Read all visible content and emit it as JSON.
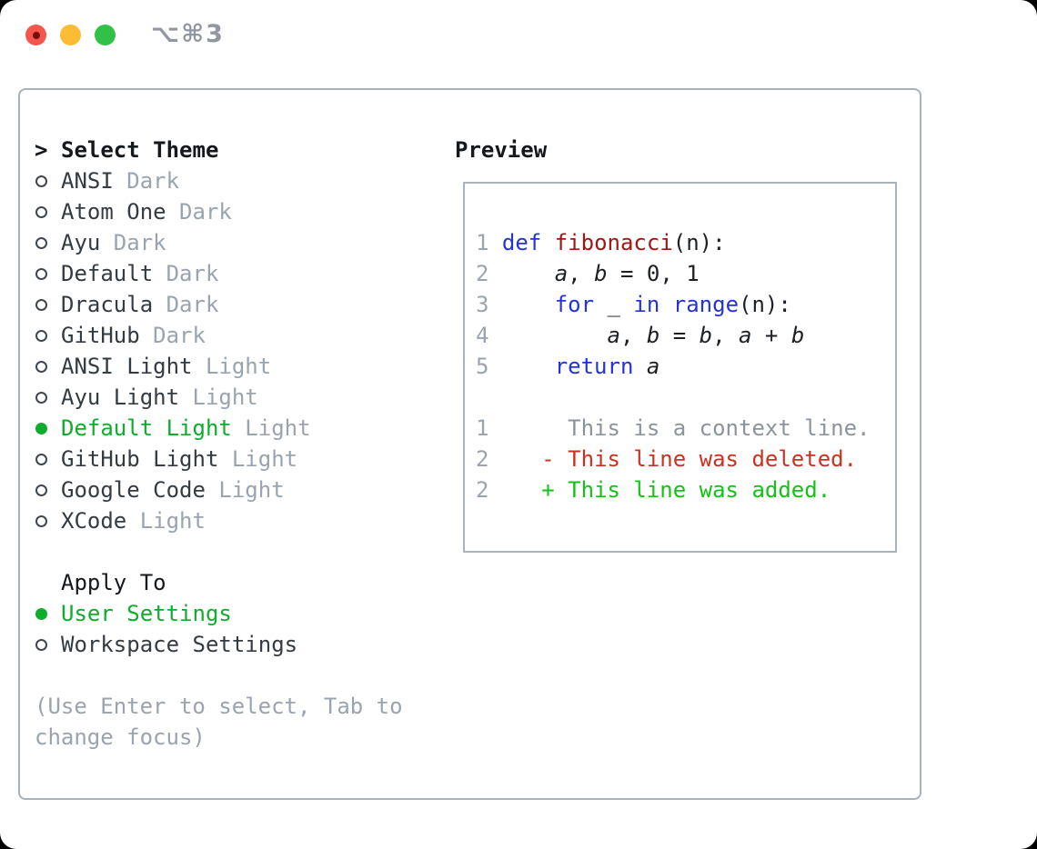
{
  "window": {
    "shortcut_label": "⌥⌘3"
  },
  "palette": {
    "heading": "#15181c",
    "item": "#343b43",
    "muted": "#9aa4b0",
    "hint": "#9aa4b0",
    "line-num": "#9aa4b0",
    "select-green": "#0ead2b",
    "kw": "#2433d9",
    "fn": "#a31515",
    "code-plain": "#1c2025",
    "ctx": "#8b949e",
    "del": "#cc3120",
    "add": "#10c414",
    "traffic-red": "#f2564d",
    "traffic-red-dot": "#740f0b",
    "traffic-yellow": "#fcbc33",
    "traffic-green": "#30c146",
    "titlebar-text": "#9097a1"
  },
  "theme_panel": {
    "prompt": ">",
    "title": "Select Theme",
    "themes": [
      {
        "name": "ANSI",
        "variant": "Dark",
        "selected": false
      },
      {
        "name": "Atom One",
        "variant": "Dark",
        "selected": false
      },
      {
        "name": "Ayu",
        "variant": "Dark",
        "selected": false
      },
      {
        "name": "Default",
        "variant": "Dark",
        "selected": false
      },
      {
        "name": "Dracula",
        "variant": "Dark",
        "selected": false
      },
      {
        "name": "GitHub",
        "variant": "Dark",
        "selected": false
      },
      {
        "name": "ANSI Light",
        "variant": "Light",
        "selected": false
      },
      {
        "name": "Ayu Light",
        "variant": "Light",
        "selected": false
      },
      {
        "name": "Default Light",
        "variant": "Light",
        "selected": true
      },
      {
        "name": "GitHub Light",
        "variant": "Light",
        "selected": false
      },
      {
        "name": "Google Code",
        "variant": "Light",
        "selected": false
      },
      {
        "name": "XCode",
        "variant": "Light",
        "selected": false
      }
    ],
    "apply_to": {
      "title": "Apply To",
      "options": [
        {
          "name": "User Settings",
          "selected": true
        },
        {
          "name": "Workspace Settings",
          "selected": false
        }
      ]
    },
    "hint": [
      "(Use Enter to select, Tab to",
      "change focus)"
    ]
  },
  "preview": {
    "title": "Preview",
    "lines": [
      {
        "num": "1",
        "segs": [
          {
            "t": "def",
            "c": "kw"
          },
          {
            "t": " ",
            "c": "plain"
          },
          {
            "t": "fibonacci",
            "c": "fn"
          },
          {
            "t": "(n):",
            "c": "plain"
          }
        ]
      },
      {
        "num": "2",
        "segs": [
          {
            "t": "    ",
            "c": "plain"
          },
          {
            "t": "a",
            "c": "var"
          },
          {
            "t": ", ",
            "c": "plain"
          },
          {
            "t": "b",
            "c": "var"
          },
          {
            "t": " = 0, 1",
            "c": "plain"
          }
        ]
      },
      {
        "num": "3",
        "segs": [
          {
            "t": "    ",
            "c": "plain"
          },
          {
            "t": "for",
            "c": "kw"
          },
          {
            "t": " _ ",
            "c": "plain"
          },
          {
            "t": "in",
            "c": "kw"
          },
          {
            "t": " ",
            "c": "plain"
          },
          {
            "t": "range",
            "c": "kw"
          },
          {
            "t": "(n):",
            "c": "plain"
          }
        ]
      },
      {
        "num": "4",
        "segs": [
          {
            "t": "        ",
            "c": "plain"
          },
          {
            "t": "a",
            "c": "var"
          },
          {
            "t": ", ",
            "c": "plain"
          },
          {
            "t": "b",
            "c": "var"
          },
          {
            "t": " = ",
            "c": "plain"
          },
          {
            "t": "b",
            "c": "var"
          },
          {
            "t": ", ",
            "c": "plain"
          },
          {
            "t": "a",
            "c": "var"
          },
          {
            "t": " + ",
            "c": "plain"
          },
          {
            "t": "b",
            "c": "var"
          }
        ]
      },
      {
        "num": "5",
        "segs": [
          {
            "t": "    ",
            "c": "plain"
          },
          {
            "t": "return",
            "c": "kw"
          },
          {
            "t": " ",
            "c": "plain"
          },
          {
            "t": "a",
            "c": "var"
          }
        ]
      },
      {
        "num": "",
        "segs": []
      },
      {
        "num": "1",
        "segs": [
          {
            "t": "     This is a context line.",
            "c": "ctx"
          }
        ]
      },
      {
        "num": "2",
        "segs": [
          {
            "t": "   ",
            "c": "plain"
          },
          {
            "t": "- This line was deleted.",
            "c": "del"
          }
        ]
      },
      {
        "num": "2",
        "segs": [
          {
            "t": "   ",
            "c": "plain"
          },
          {
            "t": "+ This line was added.",
            "c": "add"
          }
        ]
      }
    ]
  }
}
